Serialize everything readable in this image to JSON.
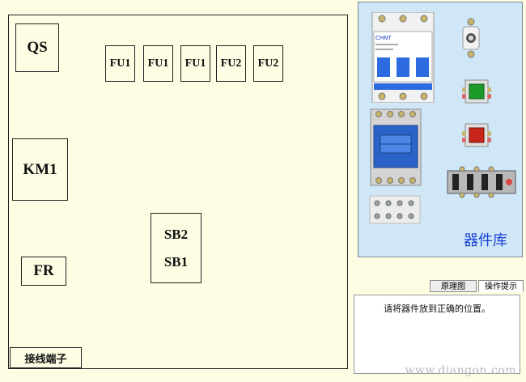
{
  "board": {
    "slots": {
      "qs": "QS",
      "fu1_a": "FU1",
      "fu1_b": "FU1",
      "fu1_c": "FU1",
      "fu2_a": "FU2",
      "fu2_b": "FU2",
      "km1": "KM1",
      "sb2": "SB2",
      "sb1": "SB1",
      "fr": "FR",
      "terminal": "接线端子"
    }
  },
  "library": {
    "title": "器件库",
    "breaker_brand": "CHNT",
    "components": [
      "circuit-breaker",
      "emergency-lamp",
      "green-button",
      "red-button",
      "contactor",
      "thermal-relay",
      "fuse-holders"
    ]
  },
  "tabs": {
    "schematic": "原理图",
    "hint": "操作提示"
  },
  "hint_panel": {
    "text": "请将器件放到正确的位置。"
  },
  "watermark": "www.diangon.com"
}
